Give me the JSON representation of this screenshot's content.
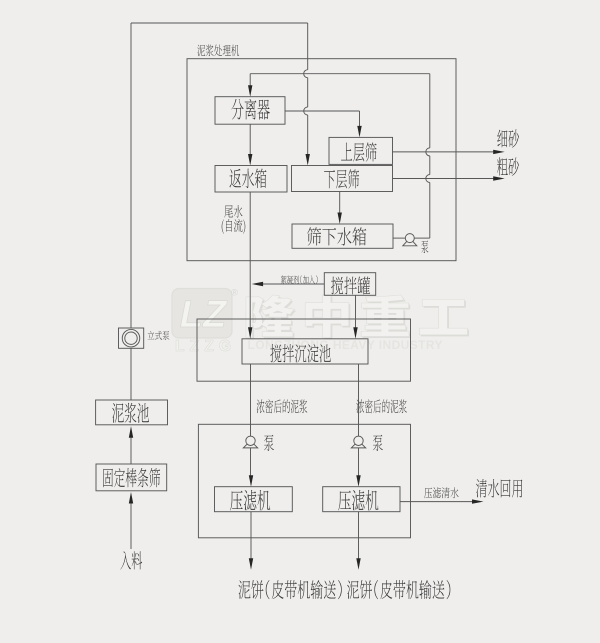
{
  "colors": {
    "background": "#efeeec",
    "line": "#575757",
    "text": "#373737",
    "arrow": "#262626",
    "watermark_fill": "#f3f3f0",
    "watermark_edge": "#c6c6c1"
  },
  "nodes": {
    "plant_boundary": {
      "label": "泥浆处理机"
    },
    "separator": {
      "label": "分离器"
    },
    "return_water_tank": {
      "label": "返水箱"
    },
    "upper_screen": {
      "label": "上层筛"
    },
    "lower_screen": {
      "label": "下层筛"
    },
    "under_screen_tank": {
      "label": "筛下水箱"
    },
    "mixing_tank": {
      "label": "搅拌罐"
    },
    "mixing_sedimentation_pool": {
      "label": "搅拌沉淀池"
    },
    "mud_pool": {
      "label": "泥浆池"
    },
    "fixed_bar_screen": {
      "label": "固定棒条筛"
    },
    "filter_press_1": {
      "label": "压滤机"
    },
    "filter_press_2": {
      "label": "压滤机"
    },
    "vertical_pump": {
      "label": "立式泵"
    }
  },
  "flow_labels": {
    "fine_sand": "细砂",
    "coarse_sand": "粗砂",
    "tail_water_line1": "尾水",
    "tail_water_line2": "(自流)",
    "pump_top": "泵",
    "pump_left": "泵",
    "pump_right": "泵",
    "flocculant": "絮凝剂（加入）",
    "thickened_mud_left": "浓密后的泥浆",
    "thickened_mud_right": "浓密后的泥浆",
    "feed": "入料",
    "filter_clean_water": "压滤清水",
    "clean_water_reuse": "清水回用",
    "mud_cake_left": "泥饼（皮带机输送）",
    "mud_cake_right": "泥饼（皮带机输送）"
  },
  "watermark": {
    "logo_letters": "LZ",
    "brand_abbr": "LZZG",
    "brand_cn": "隆中重工",
    "brand_en": "LONGZHONG HEAVY INDUSTRY",
    "registered_mark": "®"
  }
}
